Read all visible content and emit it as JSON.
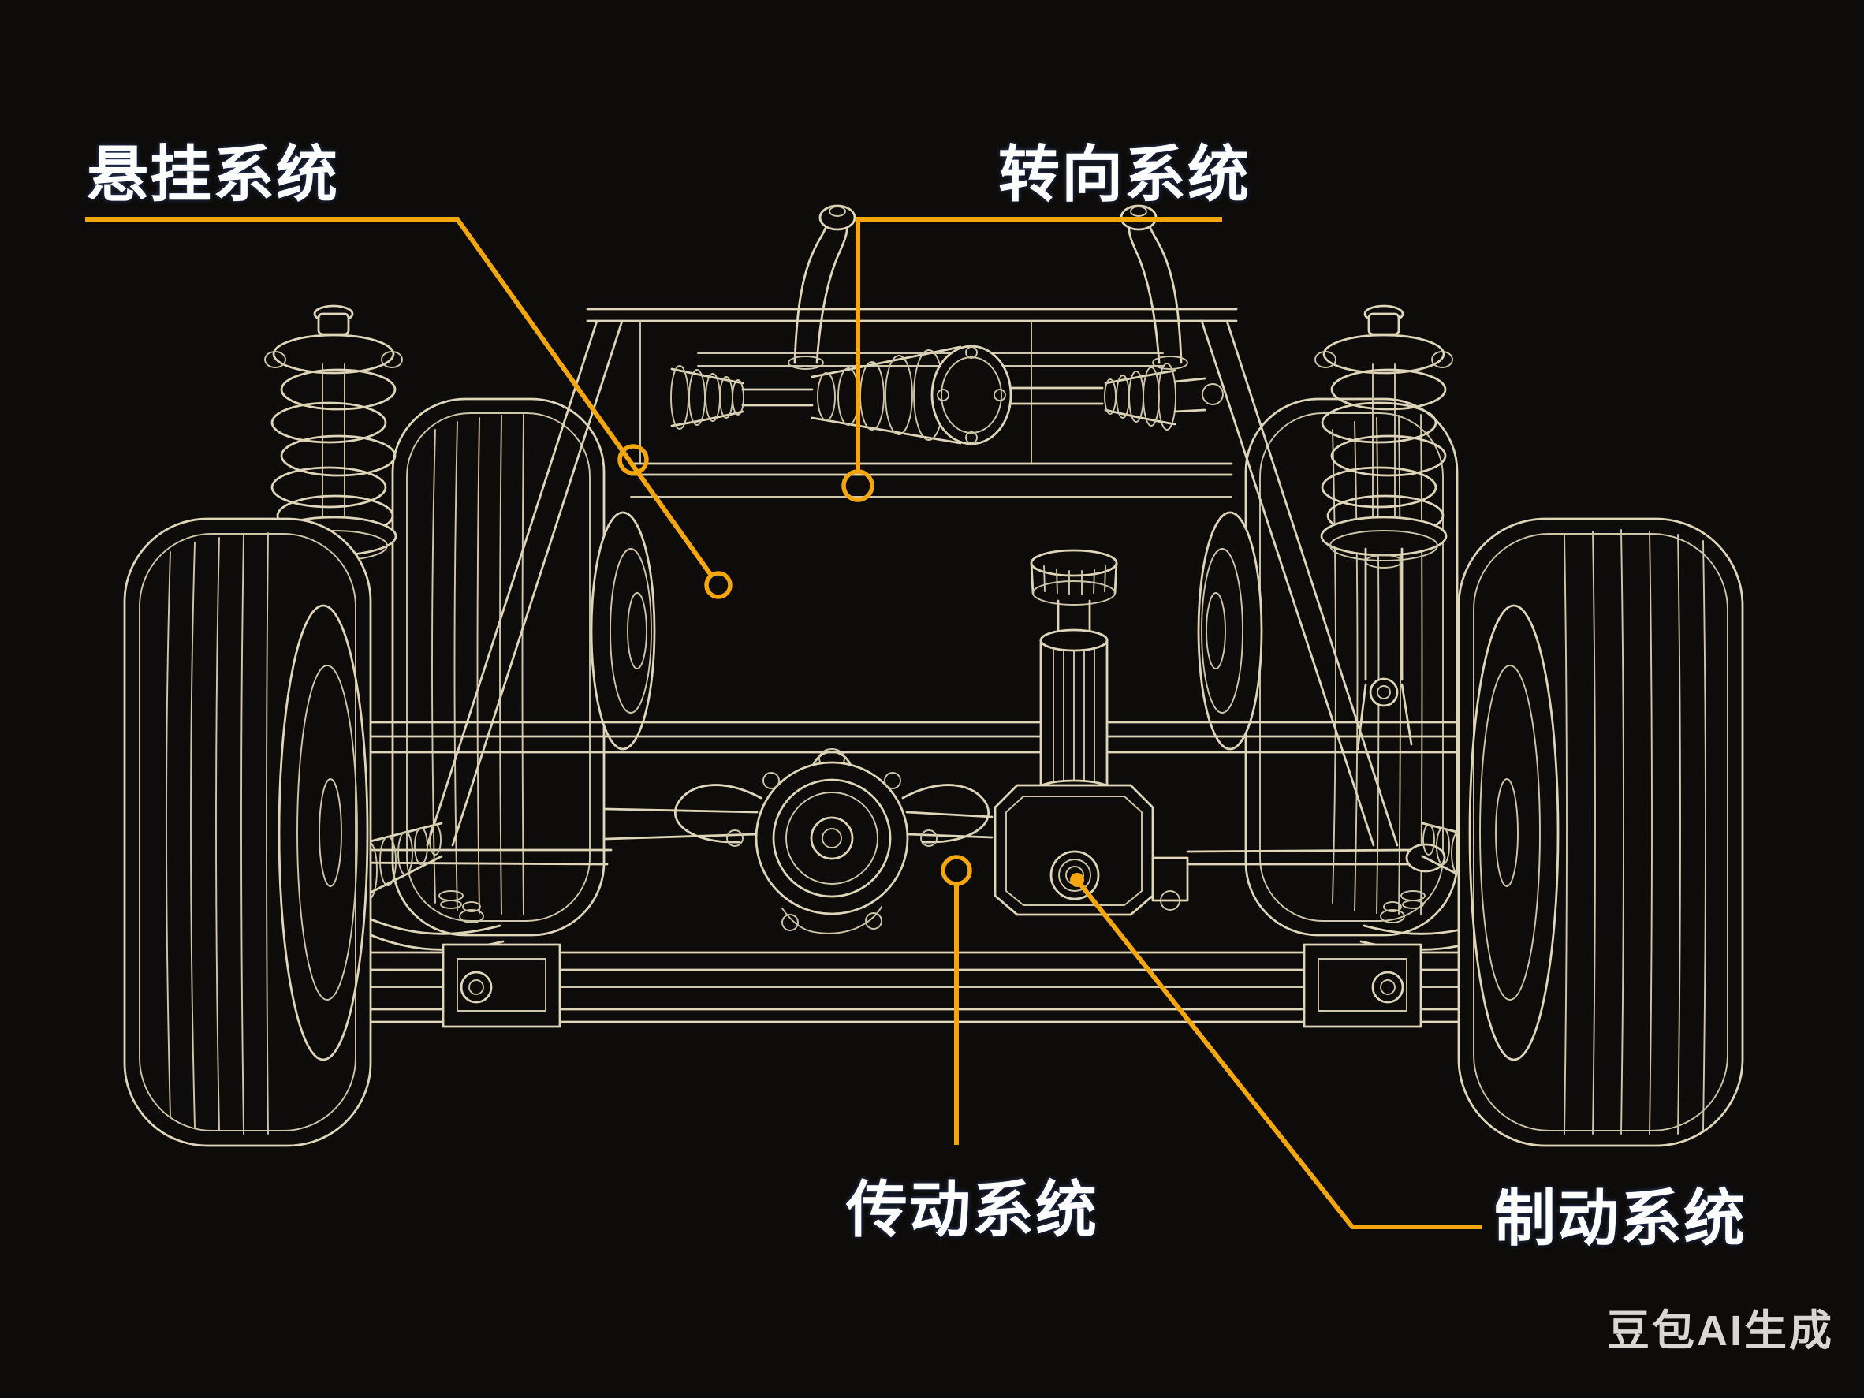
{
  "labels": {
    "suspension": {
      "text": "悬挂系统"
    },
    "steering": {
      "text": "转向系统"
    },
    "drivetrain": {
      "text": "传动系统"
    },
    "braking": {
      "text": "制动系统"
    }
  },
  "watermark": {
    "text": "豆包AI生成"
  },
  "colors": {
    "background": "#0d0c0a",
    "line_art": "#dfd5b8",
    "leader_accent": "#f3a60e",
    "label_text": "#ffffff",
    "watermark_text": "#d8d7d4"
  }
}
